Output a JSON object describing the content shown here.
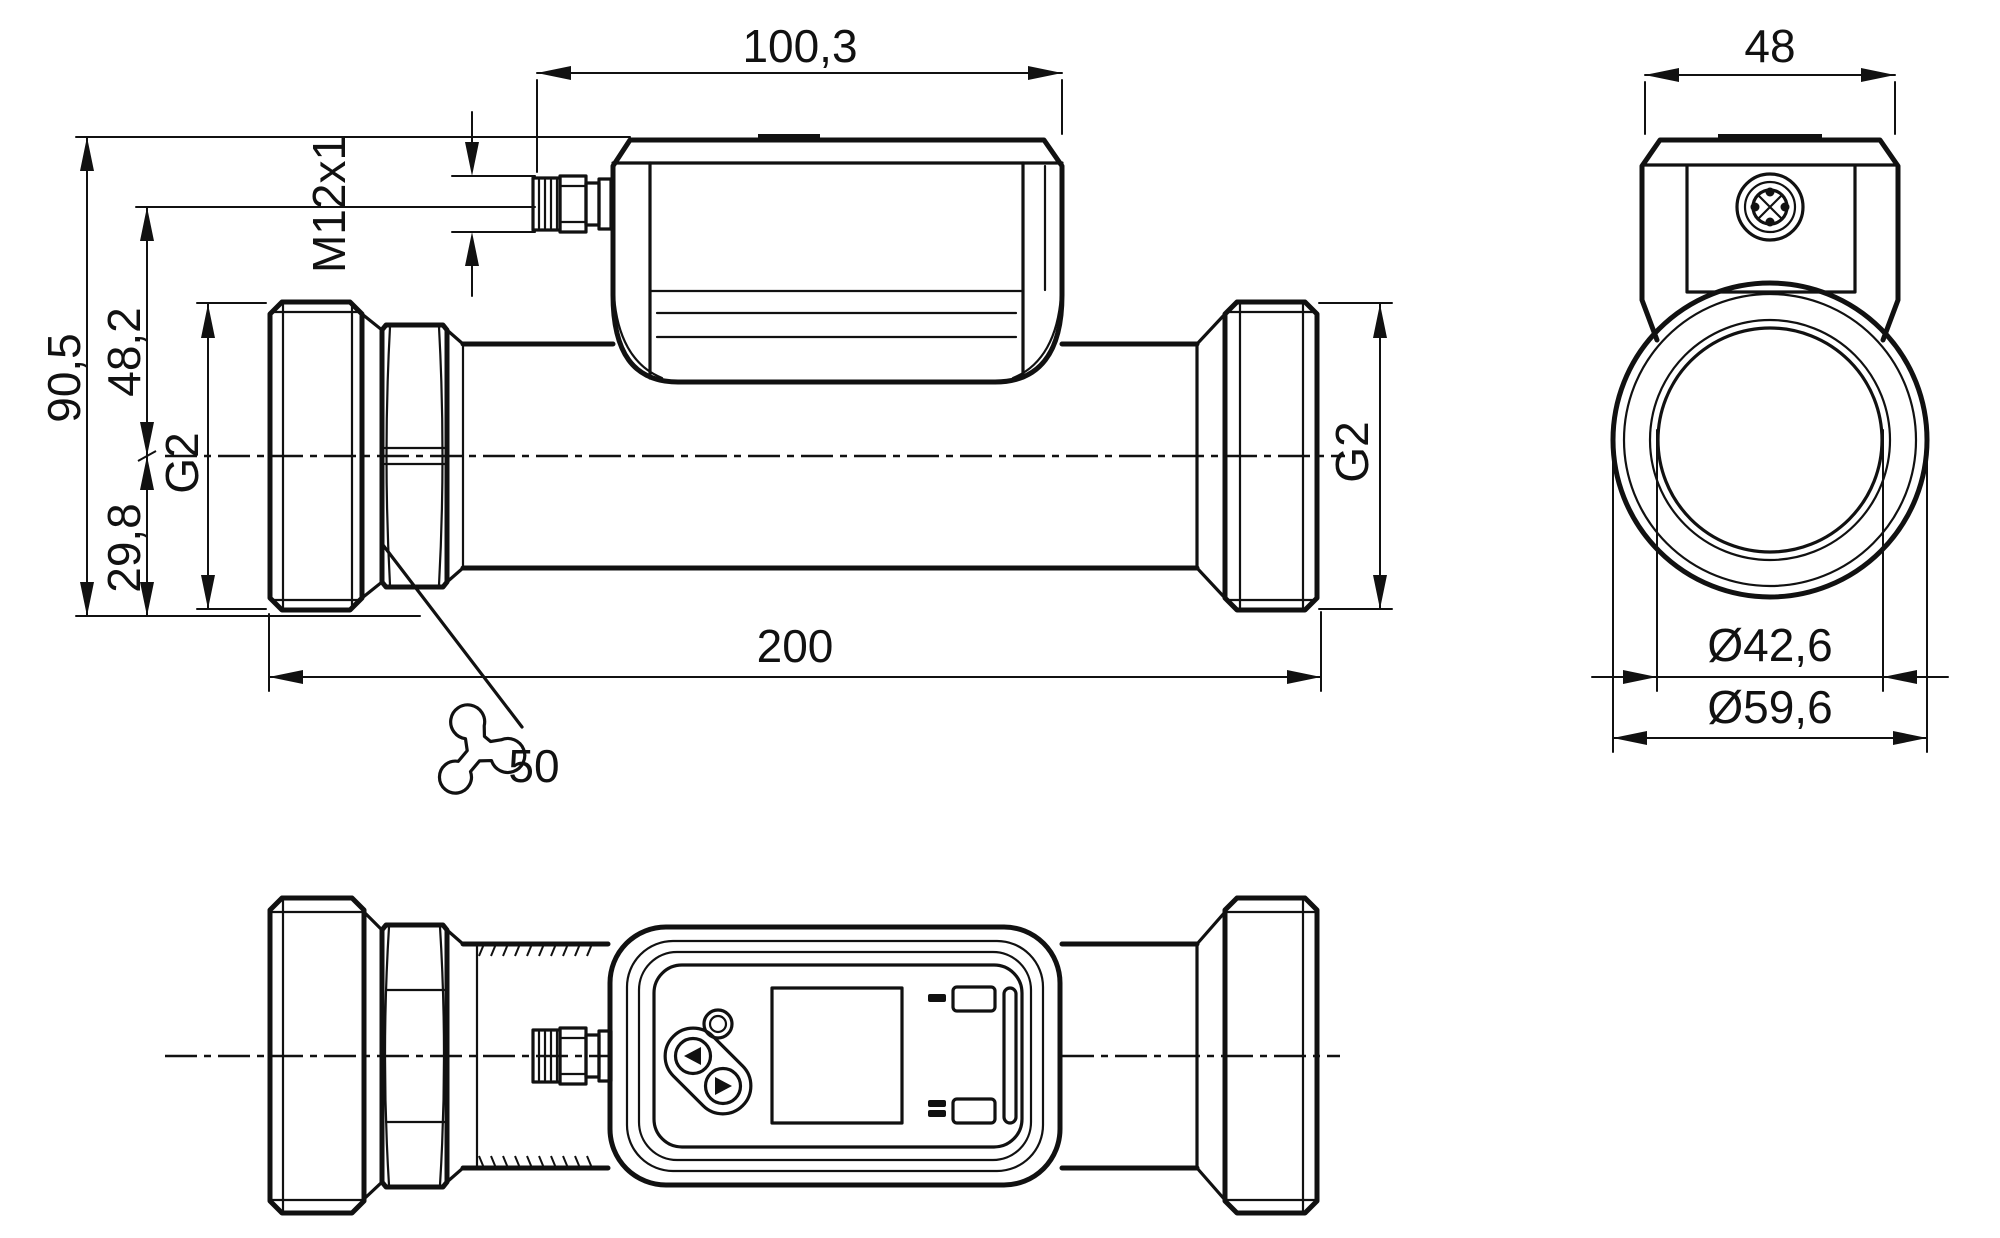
{
  "drawing": {
    "type": "technical-dimension-drawing",
    "background_color": "#ffffff",
    "line_color": "#111111",
    "views": [
      "side-view",
      "end-view",
      "top-view"
    ],
    "icons": [
      "wrench-icon"
    ]
  },
  "dimensions": {
    "head_length": "100,3",
    "connector_thread": "M12x1",
    "overall_height": "90,5",
    "connector_axis_height": "48,2",
    "axis_to_bottom": "29,8",
    "process_thread_left": "G2",
    "process_thread_right": "G2",
    "overall_length": "200",
    "wrench_size": "50",
    "head_width": "48",
    "bore_diameter": "Ø42,6",
    "outer_diameter": "Ø59,6"
  }
}
